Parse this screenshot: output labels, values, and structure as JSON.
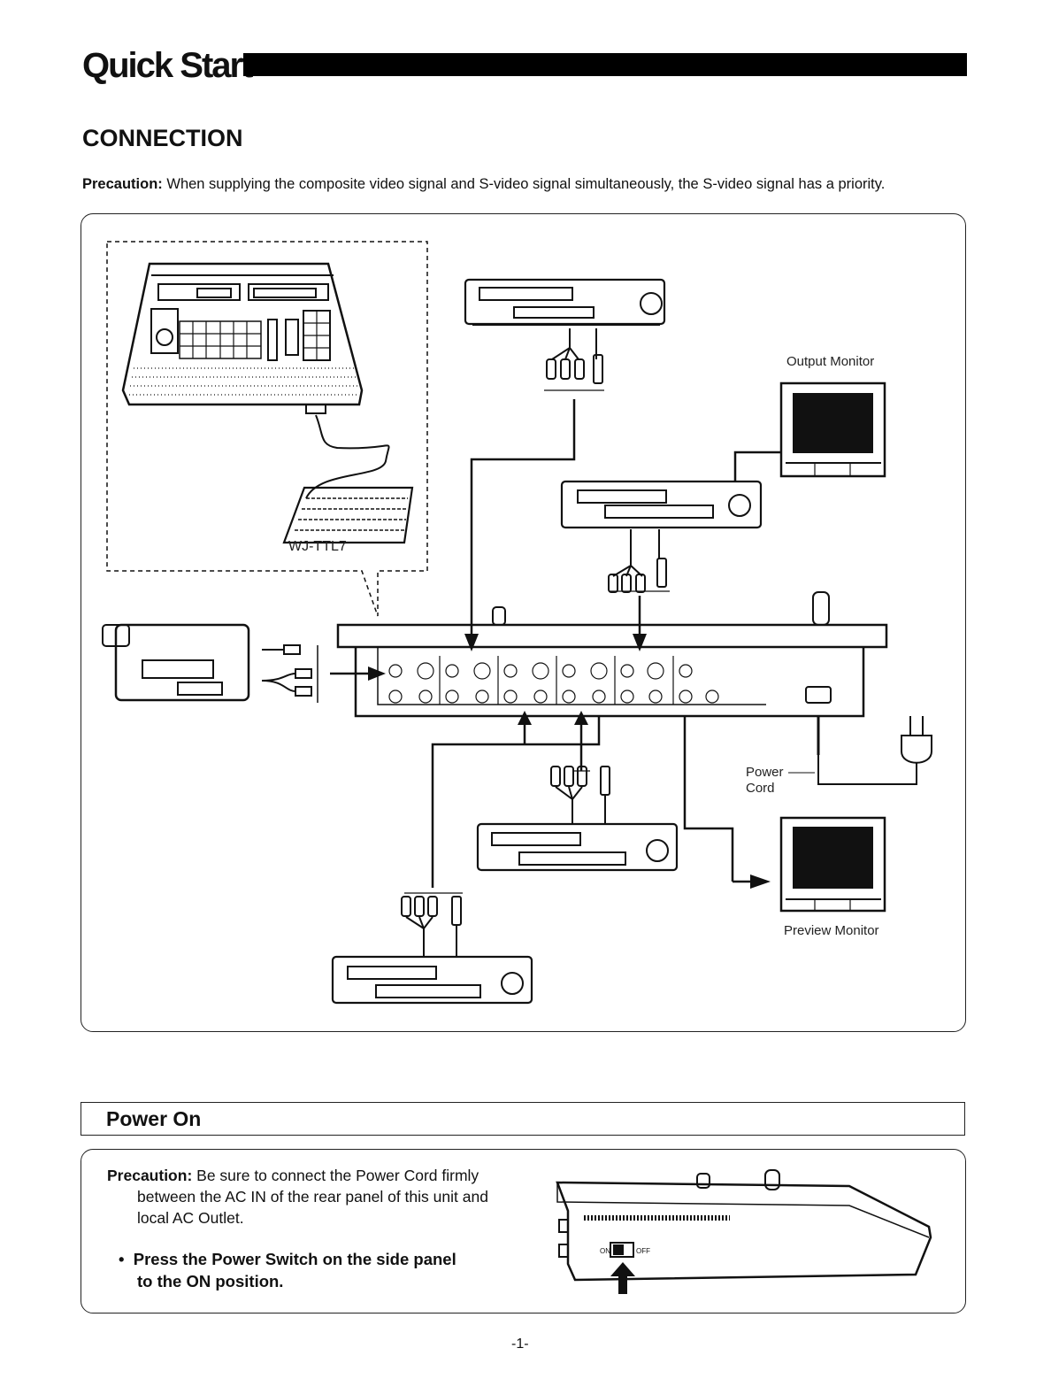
{
  "page": {
    "title": "Quick Start",
    "section": "CONNECTION",
    "precaution_label": "Precaution:",
    "precaution_text": " When supplying the composite video signal and S-video signal simultaneously, the S-video signal has a priority.",
    "page_number": "-1-"
  },
  "diagram": {
    "keyboard_label": "WJ-TTL7",
    "output_monitor_label": "Output Monitor",
    "power_cord_label_1": "Power",
    "power_cord_label_2": "Cord",
    "preview_monitor_label": "Preview Monitor"
  },
  "power_on": {
    "heading": "Power On",
    "precaution_label": "Precaution:",
    "precaution_line1": " Be sure to connect the Power Cord firmly",
    "precaution_line2": "between the AC IN of the rear panel of this unit and",
    "precaution_line3": "local AC Outlet.",
    "bullet_line1": "Press the Power Switch on the side panel",
    "bullet_line2": "to the ON position.",
    "switch_on_label": "ON",
    "switch_off_label": "OFF"
  }
}
